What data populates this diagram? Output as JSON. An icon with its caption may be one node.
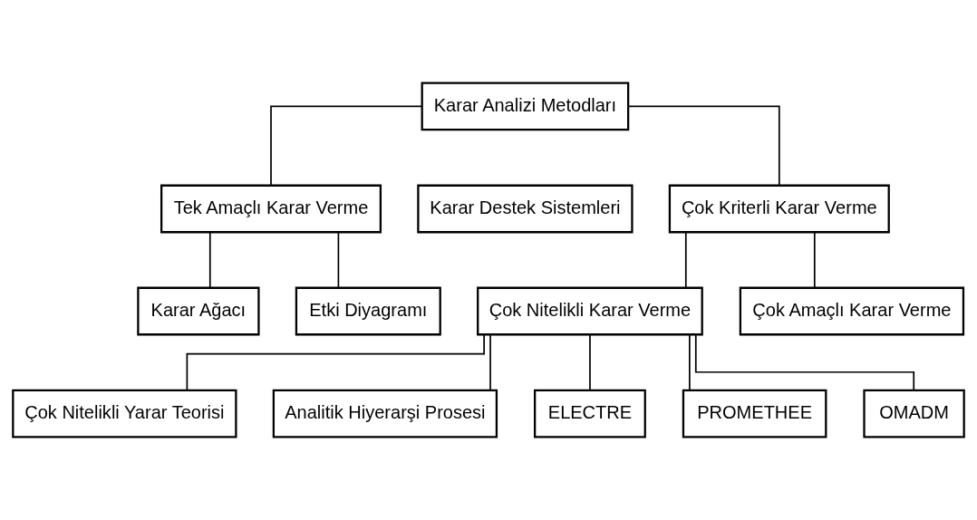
{
  "diagram": {
    "nodes": [
      {
        "text": [
          "Karar Analizi Metodları"
        ]
      },
      {
        "text": [
          "Tek Amaçlı Karar Verme"
        ]
      },
      {
        "text": [
          "Karar Destek Sistemleri"
        ]
      },
      {
        "text": [
          "Çok Kriterli Karar Verme"
        ]
      },
      {
        "text": [
          "Karar Ağacı"
        ]
      },
      {
        "text": [
          "Etki Diyagramı"
        ]
      },
      {
        "text": [
          "Çok Nitelikli Karar Verme"
        ]
      },
      {
        "text": [
          "Çok Amaçlı Karar Verme"
        ]
      },
      {
        "text": [
          "Çok Nitelikli Yarar Teorisi"
        ]
      },
      {
        "text": [
          "Analitik Hiyerarşi Prosesi"
        ]
      },
      {
        "text": [
          "ELECTRE"
        ]
      },
      {
        "text": [
          "PROMETHEE"
        ]
      },
      {
        "text": [
          "OMADM"
        ]
      }
    ],
    "edges": [
      {
        "from": 0,
        "to": 1,
        "arrow": "none"
      },
      {
        "from": 0,
        "to": 3,
        "arrow": "none"
      },
      {
        "from": 1,
        "to": 4,
        "arrow": "none"
      },
      {
        "from": 1,
        "to": 5,
        "arrow": "none"
      },
      {
        "from": 3,
        "to": 6,
        "arrow": "none"
      },
      {
        "from": 3,
        "to": 7,
        "arrow": "none"
      },
      {
        "from": 6,
        "to": 8,
        "arrow": "none"
      },
      {
        "from": 6,
        "to": 9,
        "arrow": "none"
      },
      {
        "from": 6,
        "to": 10,
        "arrow": "none"
      },
      {
        "from": 6,
        "to": 11,
        "arrow": "none"
      },
      {
        "from": 6,
        "to": 12,
        "arrow": "none"
      }
    ]
  }
}
